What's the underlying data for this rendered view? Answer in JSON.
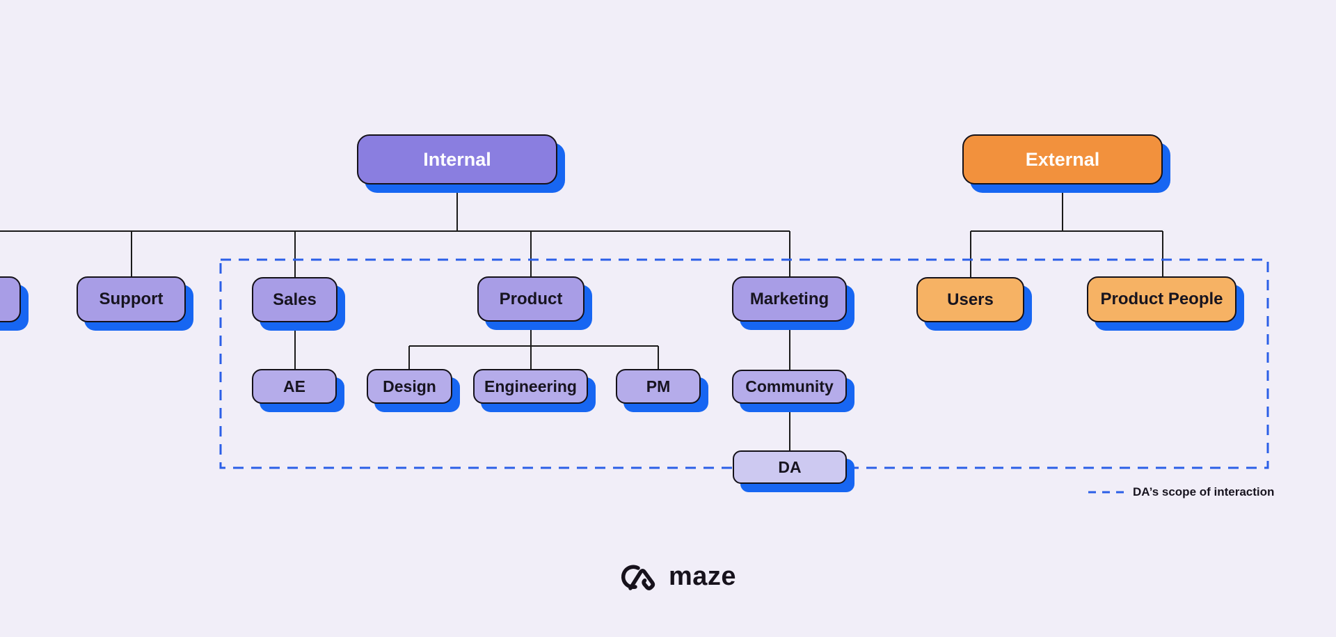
{
  "colors": {
    "background": "#F1EEF8",
    "shadow_blue": "#1766F2",
    "dashed_blue": "#2B5FE7",
    "connector_line": "#1A1A1A",
    "purple_dark": "#8A7EE0",
    "purple_mid": "#A89DE6",
    "purple_light": "#B5ACEA",
    "lavender": "#CDC9F1",
    "orange_dark": "#F2913D",
    "orange_light": "#F6B264",
    "node_border": "#141119",
    "text_dark": "#17141F",
    "text_light": "#FFFFFF"
  },
  "nodes": {
    "internal": {
      "label": "Internal"
    },
    "external": {
      "label": "External"
    },
    "support": {
      "label": "Support"
    },
    "sales": {
      "label": "Sales"
    },
    "product": {
      "label": "Product"
    },
    "marketing": {
      "label": "Marketing"
    },
    "users": {
      "label": "Users"
    },
    "product_people": {
      "label": "Product People"
    },
    "ae": {
      "label": "AE"
    },
    "design": {
      "label": "Design"
    },
    "engineering": {
      "label": "Engineering"
    },
    "pm": {
      "label": "PM"
    },
    "community": {
      "label": "Community"
    },
    "da": {
      "label": "DA"
    }
  },
  "edges": [
    [
      "Internal",
      "Support"
    ],
    [
      "Internal",
      "Sales"
    ],
    [
      "Internal",
      "Product"
    ],
    [
      "Internal",
      "Marketing"
    ],
    [
      "Sales",
      "AE"
    ],
    [
      "Product",
      "Design"
    ],
    [
      "Product",
      "Engineering"
    ],
    [
      "Product",
      "PM"
    ],
    [
      "Marketing",
      "Community"
    ],
    [
      "Community",
      "DA"
    ],
    [
      "External",
      "Users"
    ],
    [
      "External",
      "Product People"
    ]
  ],
  "scope": {
    "style": "dashed-blue-rectangle",
    "contains": [
      "Sales",
      "AE",
      "Product",
      "Design",
      "Engineering",
      "PM",
      "Marketing",
      "Community",
      "DA",
      "Users",
      "Product People"
    ]
  },
  "legend": {
    "label": "DA’s scope of interaction"
  },
  "brand": {
    "wordmark": "maze"
  }
}
